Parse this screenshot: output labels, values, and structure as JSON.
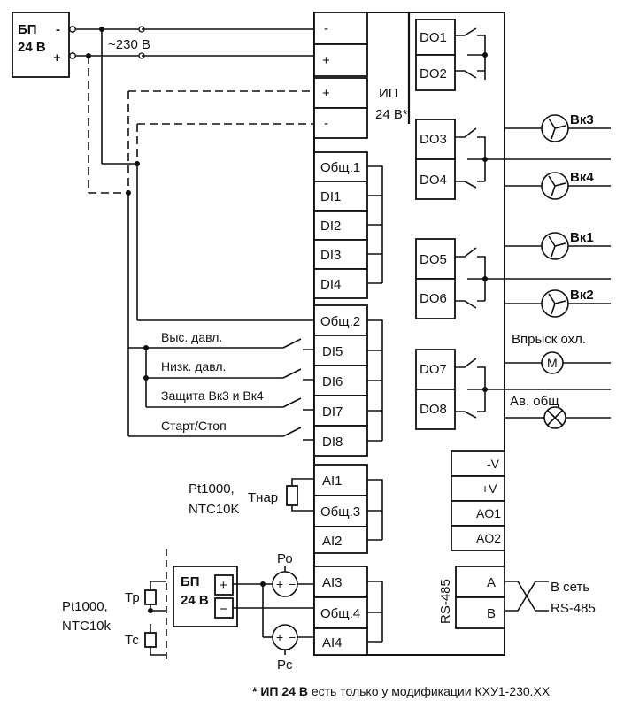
{
  "psu_top": {
    "line1": "БП",
    "line2": "24 В",
    "minus": "-",
    "plus": "+",
    "mains": "~230 В"
  },
  "module_terminals": {
    "minus": "-",
    "plus": "+",
    "in_plus": "+",
    "in_minus": "-"
  },
  "internal_psu": {
    "line1": "ИП",
    "line2": "24 В*"
  },
  "di_group1": [
    "Общ.1",
    "DI1",
    "DI2",
    "DI3",
    "DI4"
  ],
  "di_group2": [
    "Общ.2",
    "DI5",
    "DI6",
    "DI7",
    "DI8"
  ],
  "di_labels": [
    "Выс. давл.",
    "Низк. давл.",
    "Защита Вк3 и Вк4",
    "Старт/Стоп"
  ],
  "ai_group1": [
    "AI1",
    "Общ.3",
    "AI2"
  ],
  "ai_group2": [
    "AI3",
    "Общ.4",
    "AI4"
  ],
  "sensor_top": {
    "line1": "Pt1000,",
    "line2": "NTC10K",
    "name": "Тнар"
  },
  "sensor_bottom": {
    "line1": "Pt1000,",
    "line2": "NTC10k",
    "tp": "Тр",
    "tc": "Тс"
  },
  "psu_bottom": {
    "line1": "БП",
    "line2": "24 В",
    "plus": "+",
    "minus": "−"
  },
  "pressure": {
    "po": "Ро",
    "pc": "Рс"
  },
  "do_labels": [
    "DO1",
    "DO2",
    "DO3",
    "DO4",
    "DO5",
    "DO6",
    "DO7",
    "DO8"
  ],
  "loads": {
    "fan3": "Вк3",
    "fan4": "Вк4",
    "fan1": "Вк1",
    "fan2": "Вк2",
    "cool": "Впрыск охл.",
    "alarm": "Ав. общ",
    "motor_symbol": "M"
  },
  "ao_terminals": [
    "-V",
    "+V",
    "AO1",
    "AO2"
  ],
  "rs485": {
    "name": "RS-485",
    "a": "A",
    "b": "B",
    "net1": "В сеть",
    "net2": "RS-485"
  },
  "footnote": {
    "bold": "* ИП 24 В",
    "rest": " есть только у модификации КХУ1-230.ХХ"
  }
}
